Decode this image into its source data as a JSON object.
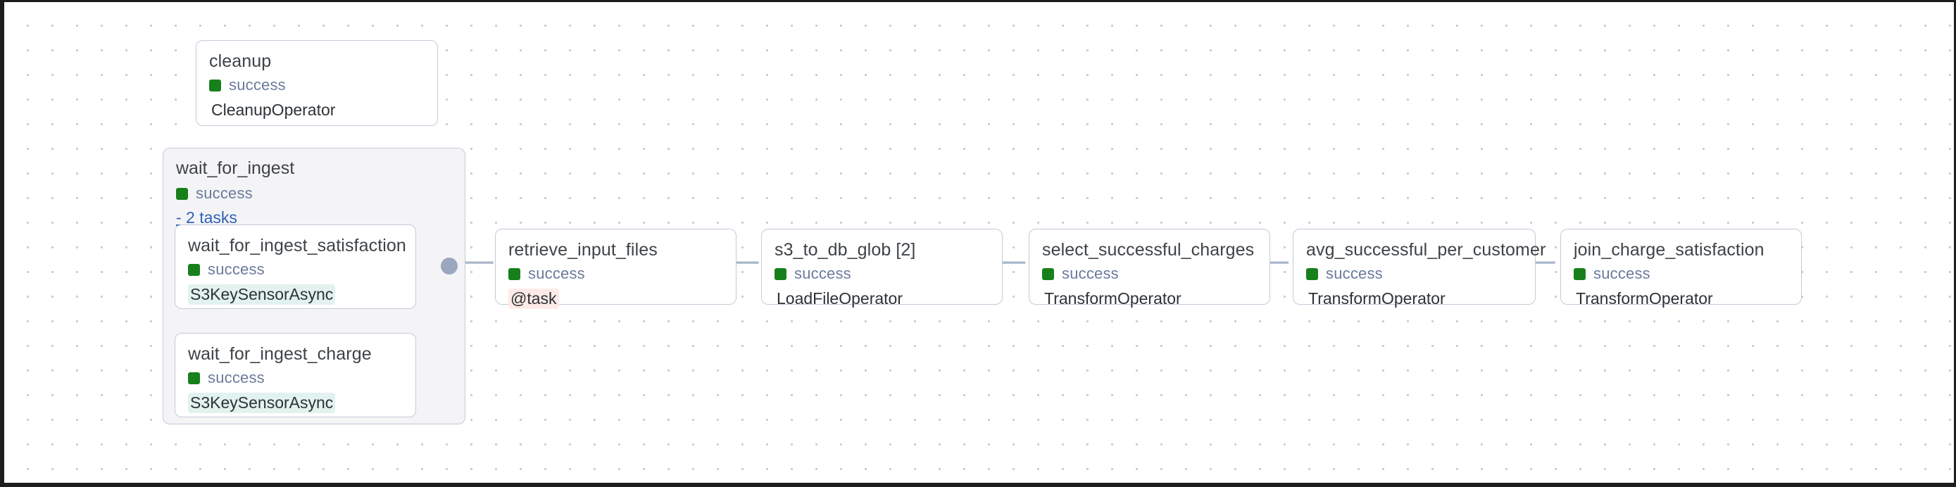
{
  "view": {
    "kind": "airflow-dag-graph",
    "background": "#ffffff",
    "grid_dot_color": "#c9c9cf",
    "edge_color": "#aab5c9",
    "node_border_color": "#c3cad9",
    "group_fill": "#f4f4f6",
    "status_success_color": "#17801b",
    "status_text_color": "#6b7a9b",
    "toggle_link_color": "#2f62b8"
  },
  "nodes": [
    {
      "id": "cleanup",
      "title": "cleanup",
      "status": "success",
      "operator": "CleanupOperator",
      "operator_tint": "none"
    },
    {
      "id": "retrieve_input_files",
      "title": "retrieve_input_files",
      "status": "success",
      "operator": "@task",
      "operator_tint": "pink"
    },
    {
      "id": "s3_to_db_glob",
      "title": "s3_to_db_glob [2]",
      "status": "success",
      "operator": "LoadFileOperator",
      "operator_tint": "none"
    },
    {
      "id": "select_successful_charges",
      "title": "select_successful_charges",
      "status": "success",
      "operator": "TransformOperator",
      "operator_tint": "none"
    },
    {
      "id": "avg_successful_per_customer",
      "title": "avg_successful_per_customer",
      "status": "success",
      "operator": "TransformOperator",
      "operator_tint": "none"
    },
    {
      "id": "join_charge_satisfaction",
      "title": "join_charge_satisfaction",
      "status": "success",
      "operator": "TransformOperator",
      "operator_tint": "none"
    }
  ],
  "group": {
    "id": "wait_for_ingest",
    "title": "wait_for_ingest",
    "status": "success",
    "toggle_label": "- 2 tasks",
    "task_count": 2,
    "children": [
      {
        "id": "wait_for_ingest_satisfaction",
        "title": "wait_for_ingest_satisfaction",
        "status": "success",
        "operator": "S3KeySensorAsync",
        "operator_tint": "teal"
      },
      {
        "id": "wait_for_ingest_charge",
        "title": "wait_for_ingest_charge",
        "status": "success",
        "operator": "S3KeySensorAsync",
        "operator_tint": "teal"
      }
    ]
  }
}
